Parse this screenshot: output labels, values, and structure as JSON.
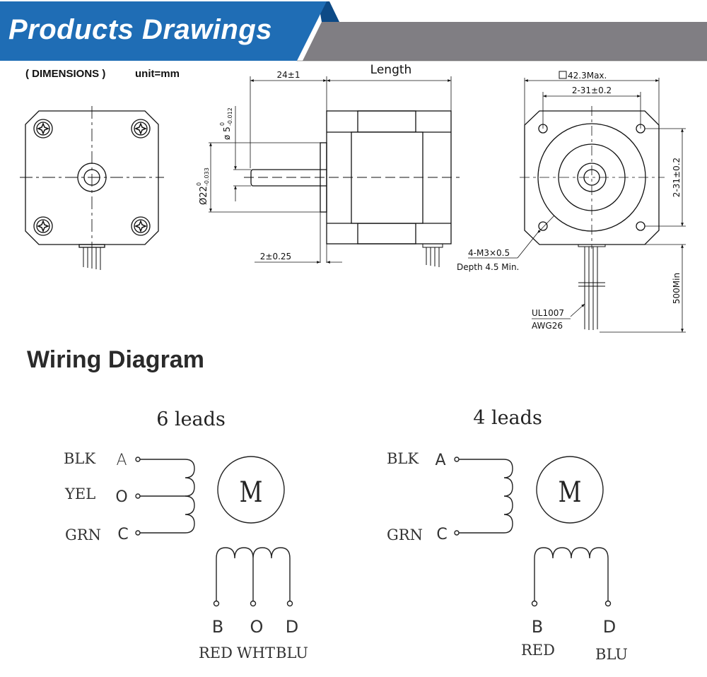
{
  "banner": {
    "title": "Products Drawings",
    "colors": {
      "primary": "#1f6db5",
      "primary_dark": "#0d4a86",
      "secondary": "#807e83"
    }
  },
  "dimensions": {
    "label": "( DIMENSIONS )",
    "unit": "unit=mm",
    "side_view": {
      "shaft_length": "24±1",
      "body_length": "Length",
      "shaft_diameter": {
        "nominal": "ø 5",
        "upper": "0",
        "lower": "-0.012"
      },
      "boss_diameter": {
        "nominal": "Ø22",
        "upper": "0",
        "lower": "-0.033"
      },
      "boss_height": "2±0.25"
    },
    "rear_view": {
      "frame_size": "42.3Max.",
      "hole_spacing_horizontal": "2-31±0.2",
      "hole_spacing_vertical": "2-31±0.2",
      "thread": "4-M3×0.5",
      "thread_depth": "Depth 4.5 Min.",
      "lead_length": "500Min",
      "wire_spec_1": "UL1007",
      "wire_spec_2": "AWG26"
    }
  },
  "wiring": {
    "heading": "Wiring Diagram",
    "motor_symbol": "M",
    "six_leads": {
      "title": "6 leads",
      "left": [
        {
          "color": "BLK",
          "terminal": "A"
        },
        {
          "color": "YEL",
          "terminal": "O"
        },
        {
          "color": "GRN",
          "terminal": "C"
        }
      ],
      "bottom": [
        {
          "terminal": "B",
          "color": "RED"
        },
        {
          "terminal": "O",
          "color": "WHT"
        },
        {
          "terminal": "D",
          "color": "BLU"
        }
      ]
    },
    "four_leads": {
      "title": "4 leads",
      "left": [
        {
          "color": "BLK",
          "terminal": "A"
        },
        {
          "color": "GRN",
          "terminal": "C"
        }
      ],
      "bottom": [
        {
          "terminal": "B",
          "color": "RED"
        },
        {
          "terminal": "D",
          "color": "BLU"
        }
      ]
    }
  }
}
